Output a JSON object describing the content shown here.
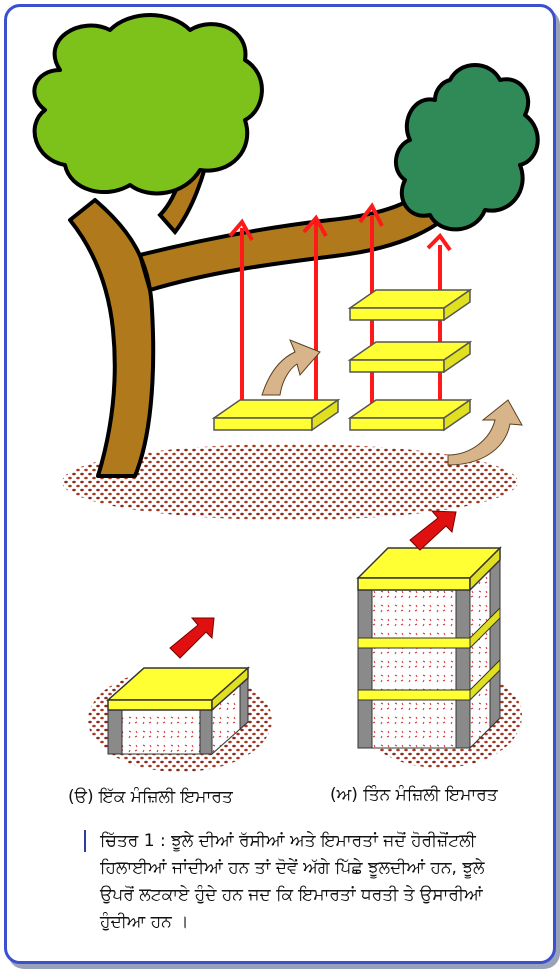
{
  "figure": {
    "label_single_story": "(ੳ) ਇੱਕ ਮੰਜ਼ਿਲੀ ਇਮਾਰਤ",
    "label_three_story": "(ਅ) ਤਿੰਨ ਮੰਜ਼ਿਲੀ ਇਮਾਰਤ",
    "caption": "ਚਿੱਤਰ 1 : ਝੂਲੇ ਦੀਆਂ ਰੱਸੀਆਂ ਅਤੇ ਇਮਾਰਤਾਂ ਜਦੋਂ ਹੋਰੀਜ਼ੋਂਟਲੀ ਹਿਲਾਈਆਂ ਜਾਂਦੀਆਂ ਹਨ ਤਾਂ ਦੋਵੇਂ ਅੱਗੇ ਪਿੱਛੇ ਝੂਲਦੀਆਂ ਹਨ, ਝੂਲੇ ਉਪਰੋਂ ਲਟਕਾਏ ਹੁੰਦੇ ਹਨ ਜਦ ਕਿ ਇਮਾਰਤਾਂ ਧਰਤੀ ਤੇ ਉਸਾਰੀਆਂ ਹੁੰਦੀਆ ਹਨ ।"
  },
  "colors": {
    "border": "#3b4fd1",
    "foliage_light": "#7cc21a",
    "foliage_dark": "#2f8a58",
    "trunk": "#b07a1c",
    "rope": "#ff1a1a",
    "slab": "#ffff33",
    "wall_gray": "#8a8a8a",
    "ground": "#8b2a1a",
    "arrow_red": "#e01010",
    "arrow_tan": "#d8b48a"
  }
}
